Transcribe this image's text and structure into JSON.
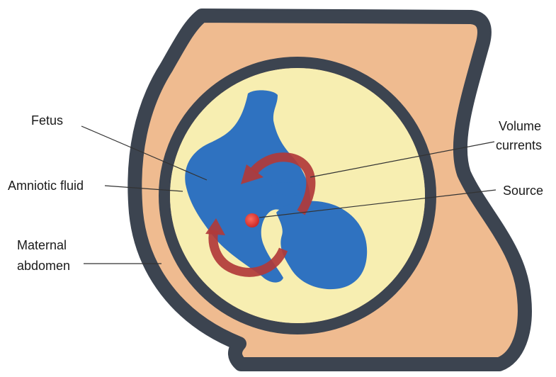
{
  "labels": {
    "fetus": "Fetus",
    "amniotic_fluid": "Amniotic fluid",
    "maternal_abdomen": [
      "Maternal",
      "abdomen"
    ],
    "volume_currents": [
      "Volume",
      "currents"
    ],
    "source": "Source"
  },
  "colors": {
    "abdomen_outline": "#3c4450",
    "abdomen_fill": "#efbb90",
    "uterus_wall": "#3c4450",
    "amniotic_fluid": "#f7eeb1",
    "fetus": "#2f72c0",
    "current_arrows": "#b13a3a",
    "source": "#c92a2a"
  }
}
